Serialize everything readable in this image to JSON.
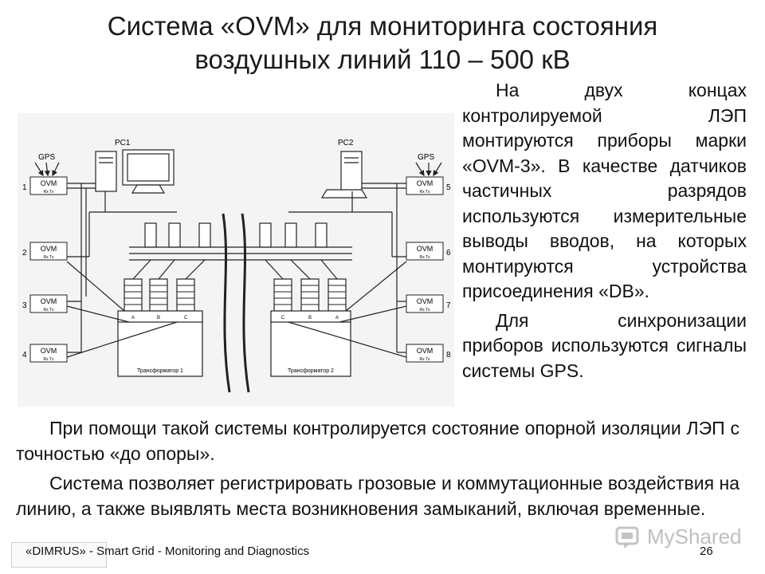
{
  "title": {
    "line1": "Система «OVM» для мониторинга состояния",
    "line2": "воздушных линий 110 – 500 кВ"
  },
  "diagram": {
    "pc_left": "PC1",
    "pc_right": "PC2",
    "gps_left": "GPS",
    "gps_right": "GPS",
    "ovm_label": "OVM",
    "port_label": "Rx Tx",
    "devices_left": [
      "1",
      "2",
      "3",
      "4"
    ],
    "devices_right": [
      "5",
      "6",
      "7",
      "8"
    ],
    "phases_left": [
      "A",
      "B",
      "C"
    ],
    "phases_right": [
      "C",
      "B",
      "A"
    ],
    "transformer_left": "Трансформатор 1",
    "transformer_right": "Трансформатор 2"
  },
  "right_text": {
    "p1": "На двух концах контролируемой ЛЭП монтируются приборы марки «OVM-3». В качестве датчиков частичных разрядов используются измерительные выводы вводов, на которых монтируются устройства присоединения «DB».",
    "p2": "Для синхронизации приборов используются сигналы системы GPS."
  },
  "bottom_text": {
    "p1": "При помощи такой системы контролируется состояние опорной изоляции ЛЭП с точностью «до опоры».",
    "p2": "Система позволяет регистрировать грозовые и коммутационные воздействия на линию, а также выявлять места возникновения замыканий, включая временные."
  },
  "footer": {
    "text": "«DIMRUS» - Smart Grid  -  Monitoring and Diagnostics",
    "page": "26"
  },
  "watermark": {
    "text": "MyShared"
  }
}
